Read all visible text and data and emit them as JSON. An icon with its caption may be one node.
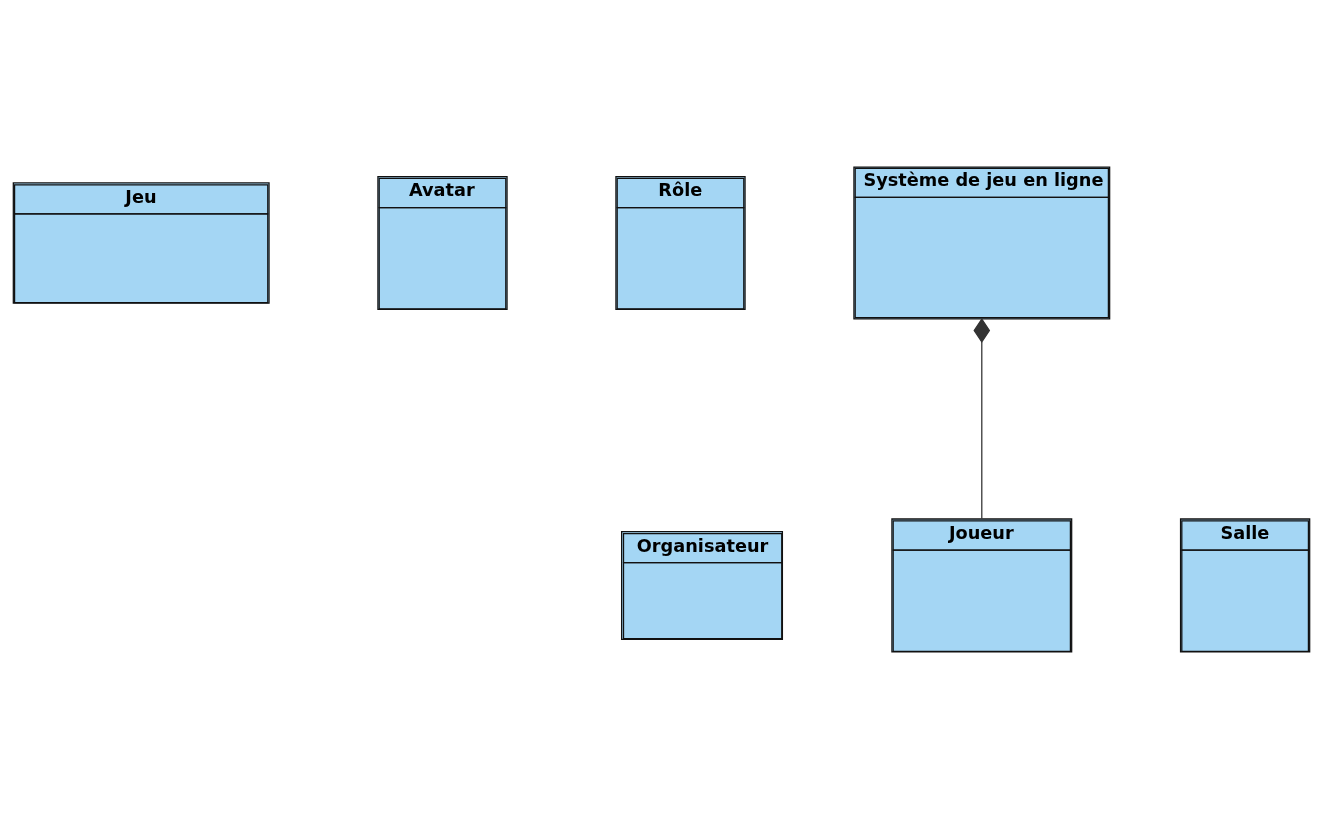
{
  "diagram": {
    "nodes": [
      {
        "text": [
          "Jeu"
        ]
      },
      {
        "text": [
          "Rôle"
        ]
      },
      {
        "text": [
          "Avatar"
        ]
      },
      {
        "text": [
          "Système de jeu en ligne"
        ]
      },
      {
        "text": [
          "Organisateur"
        ]
      },
      {
        "text": [
          "Joueur"
        ]
      },
      {
        "text": [
          "Salle"
        ]
      }
    ],
    "edges": [
      {
        "from": 5,
        "to": 3,
        "arrow": "other"
      }
    ]
  }
}
